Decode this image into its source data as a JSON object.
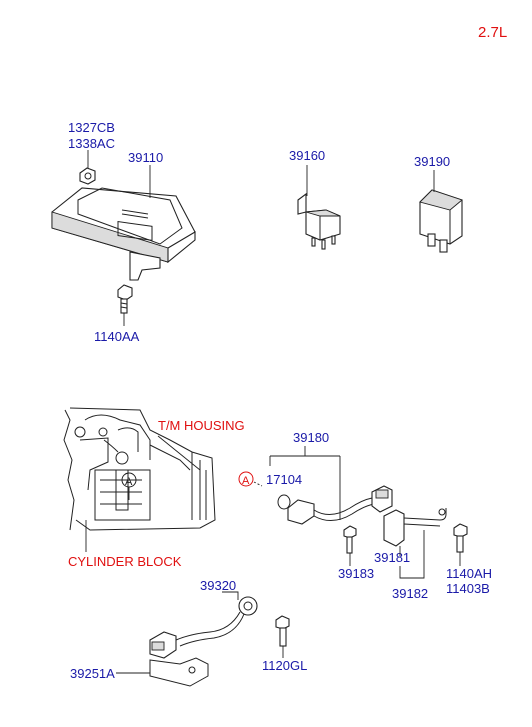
{
  "variant": "2.7L",
  "parts": {
    "nut_a": "1327CB",
    "nut_b": "1338AC",
    "ecm": "39110",
    "bolt_ecm": "1140AA",
    "relay": "39160",
    "relay_fuse": "39190",
    "crank_sensor_assy": "39180",
    "oring": "17104",
    "crank_bolt": "39183",
    "bracket": "39181",
    "bracket_assy": "39182",
    "bolt_ah": "1140AH",
    "bolt_b": "11403B",
    "knock_sensor": "39320",
    "knock_harness": "39251A",
    "knock_bolt": "1120GL"
  },
  "callouts": {
    "tm_housing": "T/M HOUSING",
    "cylinder_block": "CYLINDER BLOCK",
    "ref_letter": "A"
  },
  "colors": {
    "part_number": "#1a1aa8",
    "callout": "#e01010",
    "line": "#222222"
  }
}
